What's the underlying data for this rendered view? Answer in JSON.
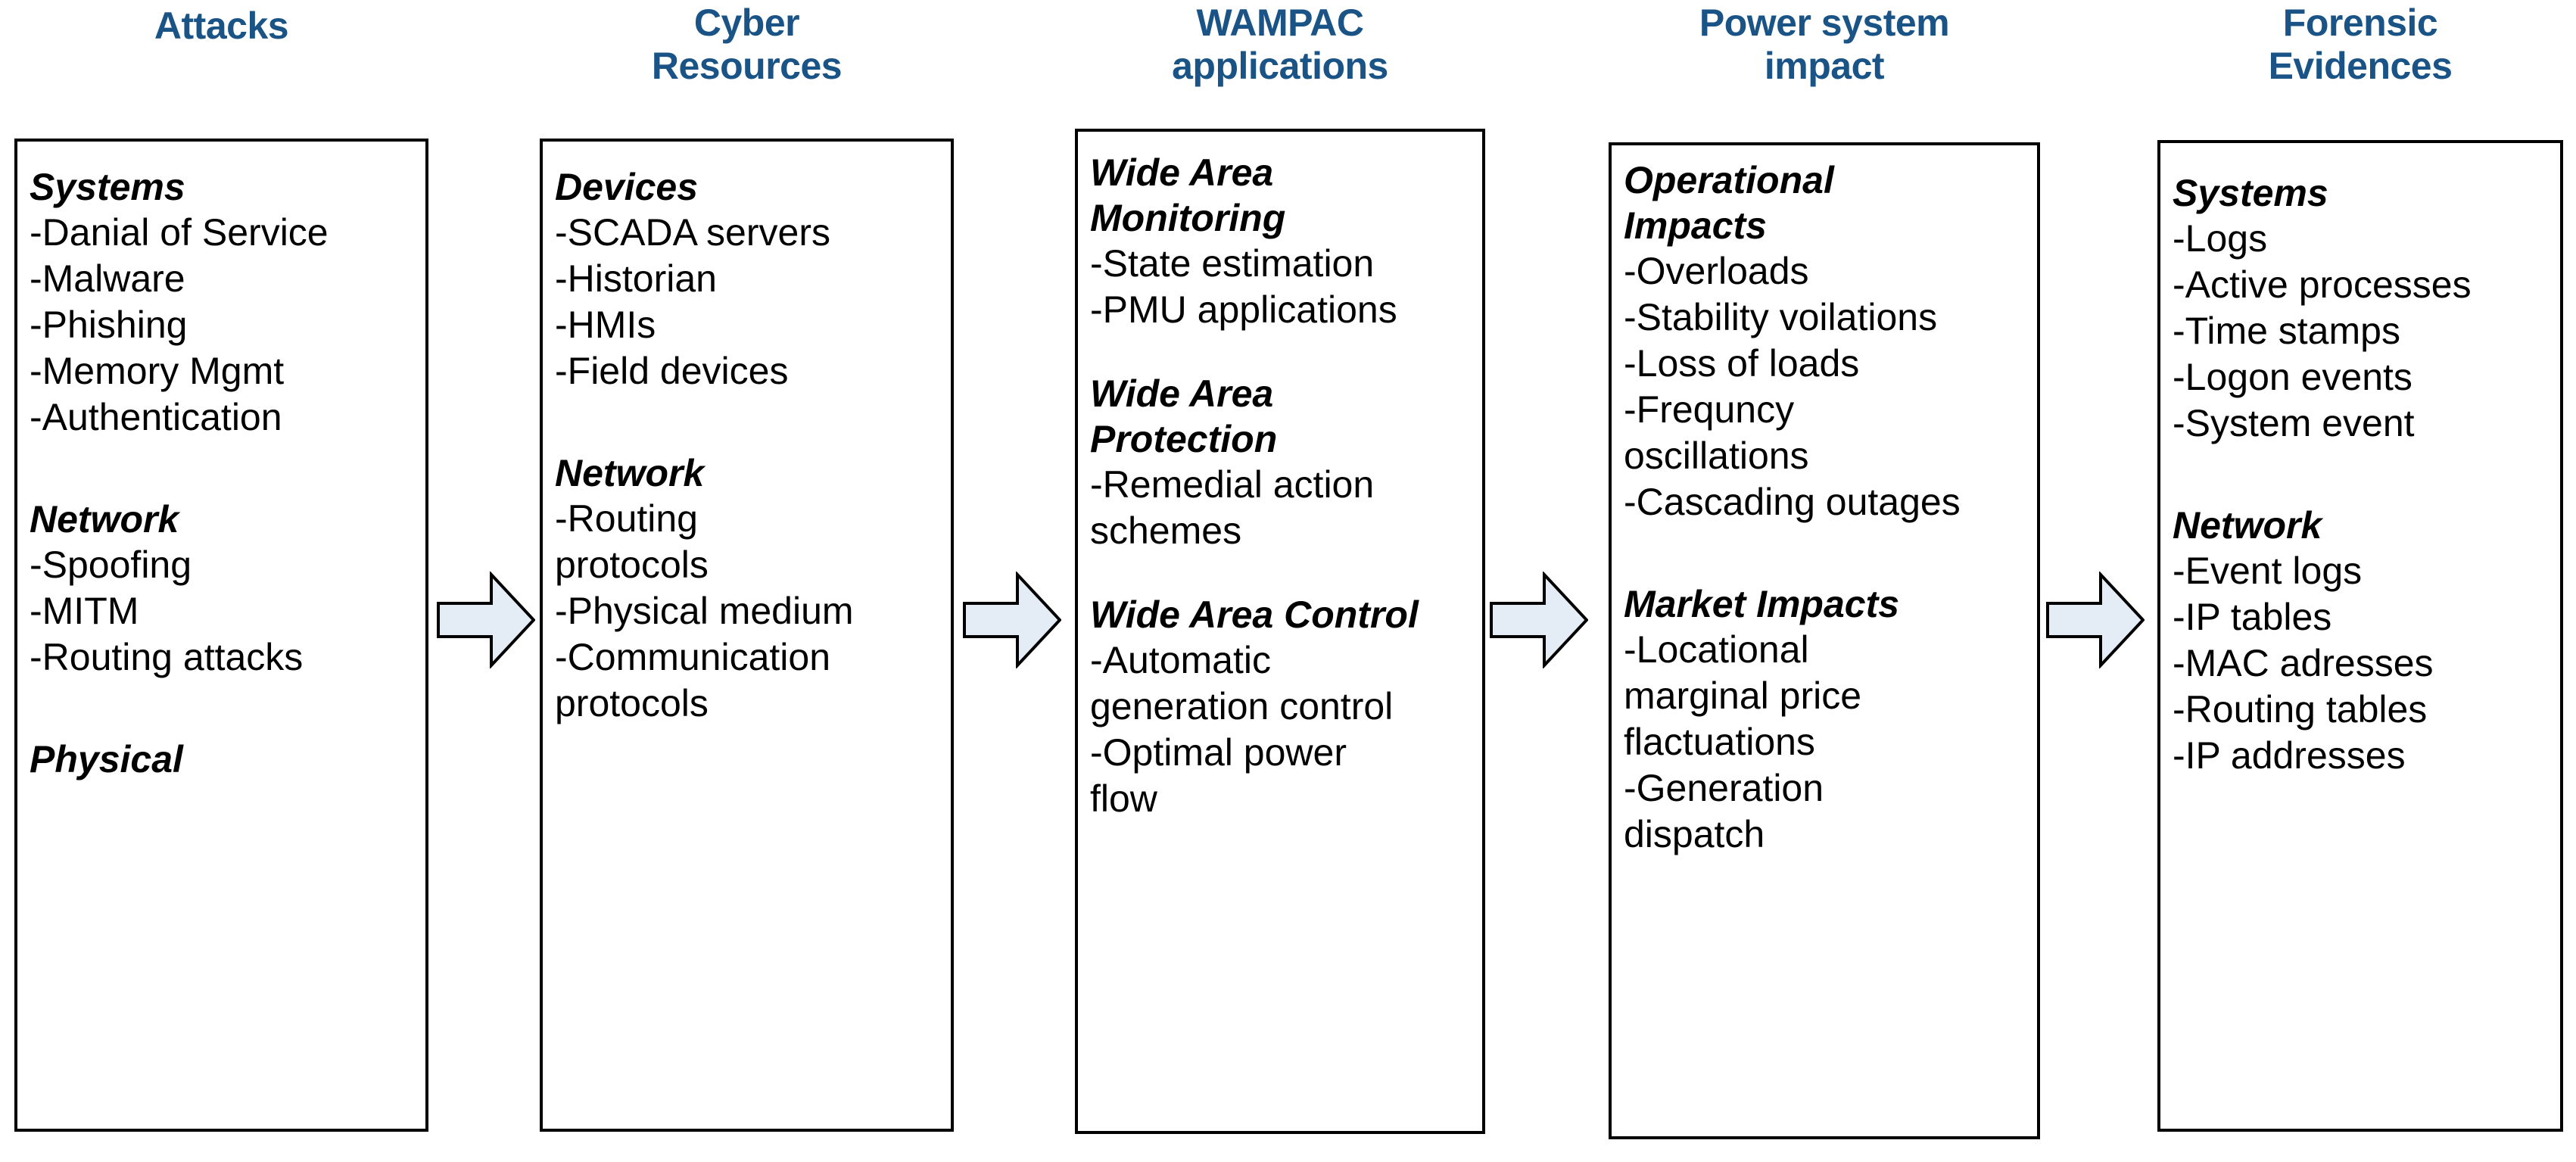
{
  "diagram": {
    "title_color": "#1a5486",
    "arrow_fill": "#e4ecf6",
    "arrow_stroke": "#000000",
    "box_stroke": "#000000"
  },
  "columns": [
    {
      "id": "attacks",
      "title": "Attacks",
      "groups": [
        {
          "heading": "Systems",
          "items": [
            "-Danial of Service",
            "-Malware",
            "-Phishing",
            "-Memory Mgmt",
            "-Authentication"
          ]
        },
        {
          "heading": "Network",
          "items": [
            "-Spoofing",
            "-MITM",
            "-Routing attacks"
          ]
        },
        {
          "heading": "Physical",
          "items": []
        }
      ]
    },
    {
      "id": "cyber-resources",
      "title": "Cyber\nResources",
      "groups": [
        {
          "heading": "Devices",
          "items": [
            "-SCADA servers",
            "-Historian",
            "-HMIs",
            "-Field devices"
          ]
        },
        {
          "heading": "Network",
          "items": [
            "-Routing\nprotocols",
            "-Physical medium",
            "-Communication\nprotocols"
          ]
        }
      ]
    },
    {
      "id": "wampac-applications",
      "title": "WAMPAC\napplications",
      "groups": [
        {
          "heading": "Wide Area\nMonitoring",
          "items": [
            "-State estimation",
            "-PMU applications"
          ]
        },
        {
          "heading": "Wide Area\nProtection",
          "items": [
            "-Remedial action\nschemes"
          ]
        },
        {
          "heading": "Wide Area Control",
          "items": [
            "-Automatic\ngeneration control",
            "-Optimal power\nflow"
          ]
        }
      ]
    },
    {
      "id": "power-system-impact",
      "title": "Power system\nimpact",
      "groups": [
        {
          "heading": "Operational\nImpacts",
          "items": [
            "-Overloads",
            "-Stability voilations",
            "-Loss of loads",
            "-Frequncy\noscillations",
            "-Cascading outages"
          ]
        },
        {
          "heading": "Market Impacts",
          "items": [
            "-Locational\nmarginal price\nflactuations",
            "-Generation\ndispatch"
          ]
        }
      ]
    },
    {
      "id": "forensic-evidences",
      "title": "Forensic\nEvidences",
      "groups": [
        {
          "heading": "Systems",
          "items": [
            "-Logs",
            "-Active processes",
            "-Time stamps",
            "-Logon events",
            "-System event"
          ]
        },
        {
          "heading": "Network",
          "items": [
            "-Event logs",
            "-IP tables",
            "-MAC adresses",
            "-Routing tables",
            "-IP addresses"
          ]
        }
      ]
    }
  ],
  "arrows": [
    {
      "id": "arrow-attacks-to-cyber",
      "from": "attacks",
      "to": "cyber-resources"
    },
    {
      "id": "arrow-cyber-to-wampac",
      "from": "cyber-resources",
      "to": "wampac-applications"
    },
    {
      "id": "arrow-wampac-to-impact",
      "from": "wampac-applications",
      "to": "power-system-impact"
    },
    {
      "id": "arrow-impact-to-forensic",
      "from": "power-system-impact",
      "to": "forensic-evidences"
    }
  ]
}
